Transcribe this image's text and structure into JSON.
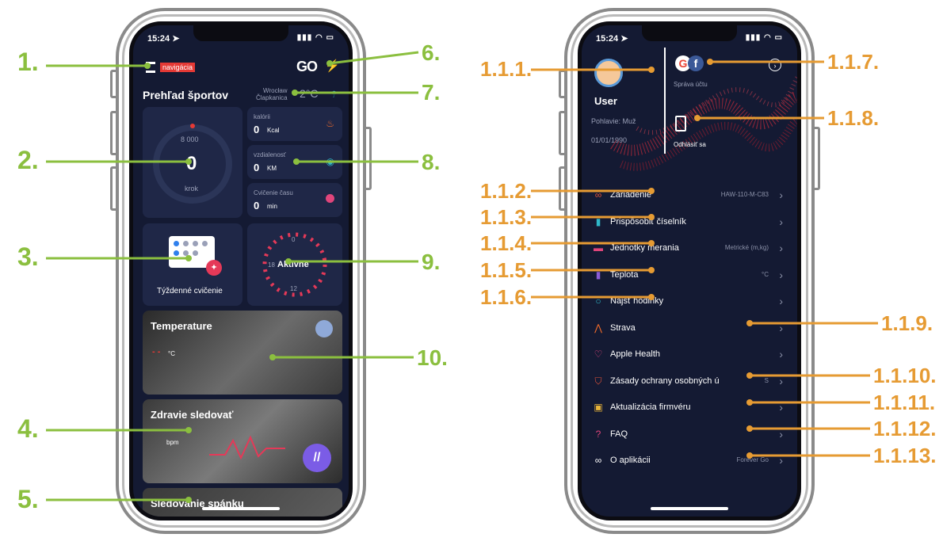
{
  "callouts_left": [
    "1.",
    "2.",
    "3.",
    "4.",
    "5.",
    "6.",
    "7.",
    "8.",
    "9.",
    "10."
  ],
  "callouts_right": [
    "1.1.1.",
    "1.1.2.",
    "1.1.3.",
    "1.1.4.",
    "1.1.5.",
    "1.1.6.",
    "1.1.7.",
    "1.1.8.",
    "1.1.9.",
    "1.1.10.",
    "1.1.11.",
    "1.1.12.",
    "1.1.13."
  ],
  "left_phone": {
    "status_time": "15:24",
    "nav_badge": "navigácia",
    "logo": "GO",
    "title": "Prehľad športov",
    "weather_location": "Wrocław\nČlapkanica",
    "weather_temp": "2°C",
    "steps_goal": "8 000",
    "steps_value": "0",
    "steps_unit": "krok",
    "calories_label": "kalórii",
    "calories_value": "0",
    "calories_unit": "Kcal",
    "distance_label": "vzdialenosť",
    "distance_value": "0",
    "distance_unit": "KM",
    "exercise_label": "Cvičenie času",
    "exercise_value": "0",
    "exercise_unit": "min",
    "weekly_label": "Týždenné cvičenie",
    "active_label": "Aktívne",
    "clock_ticks": [
      "0",
      "18",
      "12"
    ],
    "temperature_title": "Temperature",
    "temperature_dash": "- -",
    "temperature_unit": "°C",
    "health_title": "Zdravie sledovať",
    "health_unit": "bpm",
    "sleep_title": "Sledovanie spánku"
  },
  "right_phone": {
    "status_time": "15:24",
    "user_name": "User",
    "gender_line": "Pohlavie: Muž",
    "birth_date": "01/01/1990",
    "account_label": "Správa účtu",
    "logout_label": "Odhlásiť sa",
    "menu": [
      {
        "label": "Zariadenie",
        "value": "HAW-110-M-C83",
        "icon": "link-icon",
        "color": "#e0533a"
      },
      {
        "label": "Prispôsobiť číselník",
        "value": "",
        "icon": "watch-icon",
        "color": "#2fb8c9"
      },
      {
        "label": "Jednotky merania",
        "value": "Metrické (m,kg)",
        "icon": "ruler-icon",
        "color": "#e0457b"
      },
      {
        "label": "Teplota",
        "value": "°C",
        "icon": "thermometer-icon",
        "color": "#8a5cd6"
      },
      {
        "label": "Nájsť hodinky",
        "value": "",
        "icon": "search-icon",
        "color": "#2fb8c9"
      },
      {
        "label": "Strava",
        "value": "",
        "icon": "strava-icon",
        "color": "#f26b2a"
      },
      {
        "label": "Apple Health",
        "value": "",
        "icon": "heart-icon",
        "color": "#e0457b"
      },
      {
        "label": "Zásady ochrany osobných ú",
        "value": "S",
        "icon": "shield-icon",
        "color": "#e0533a"
      },
      {
        "label": "Aktualizácia firmvéru",
        "value": "",
        "icon": "firmware-icon",
        "color": "#e9b43a"
      },
      {
        "label": "FAQ",
        "value": "",
        "icon": "question-icon",
        "color": "#e0457b"
      },
      {
        "label": "O aplikácii",
        "value": "Forever Go",
        "icon": "go-logo-icon",
        "color": "#ffffff"
      }
    ]
  },
  "colors": {
    "green": "#8bbf3f",
    "orange": "#e69b33",
    "screen_bg": "#141a33",
    "card_bg": "#1f2747"
  }
}
